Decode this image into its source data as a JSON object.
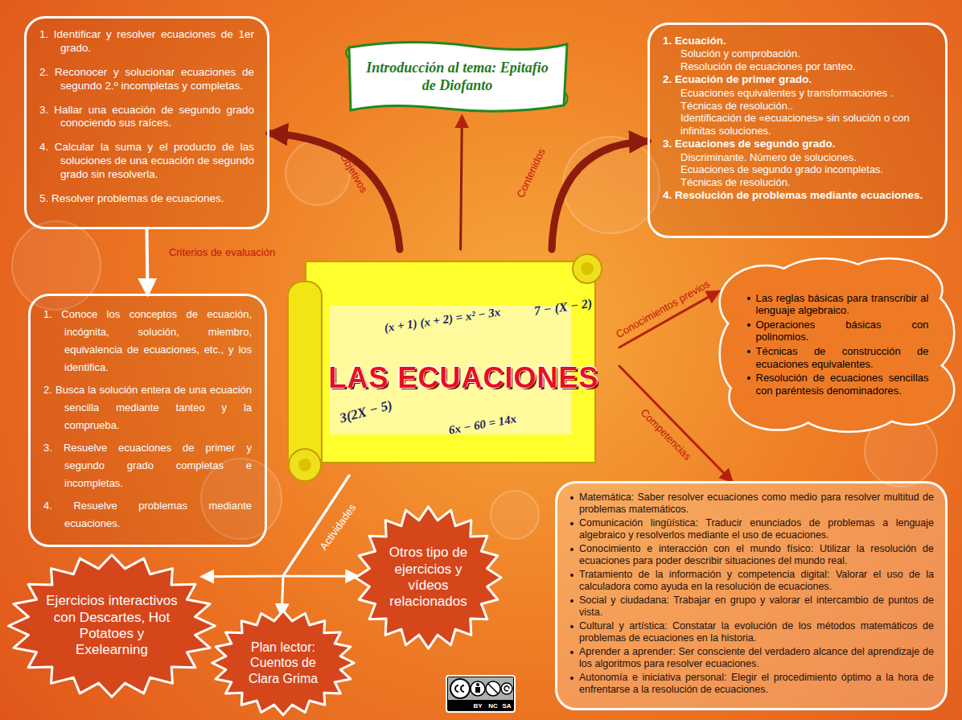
{
  "diagram": {
    "nodes": [
      {
        "text": [
          "1. Identificar y resolver ecuaciones de 1er grado.",
          "2. Reconocer y solucionar ecuaciones de segundo 2.º incompletas y completas.",
          "3. Hallar una ecuación de segundo grado conociendo sus raíces.",
          "4. Calcular la suma y el producto de las soluciones de una ecuación de segundo grado sin resolverla.",
          "5. Resolver problemas de ecuaciones."
        ]
      },
      {
        "text": [
          "Introducción al tema: Epitafio de Diofanto"
        ]
      },
      {
        "text": [
          "1. Ecuación.",
          "Solución y comprobación.",
          "Resolución de ecuaciones por tanteo.",
          "2. Ecuación de primer grado.",
          "Ecuaciones equivalentes y transformaciones .",
          "Técnicas de resolución..",
          "Identificación de «ecuaciones» sin solución o con infinitas soluciones.",
          "3. Ecuaciones de segundo grado.",
          "Discriminante. Número de soluciones.",
          "Ecuaciones de segundo grado incompletas.",
          "Técnicas de resolución.",
          "4. Resolución de problemas mediante ecuaciones."
        ]
      },
      {
        "text": [
          "LAS ECUACIONES"
        ]
      },
      {
        "text": [
          "Las reglas básicas para transcribir al lenguaje algebraico.",
          "Operaciones básicas con polinomios.",
          "Técnicas de construcción de ecuaciones equivalentes.",
          "Resolución de ecuaciones sencillas con paréntesis denominadores."
        ]
      },
      {
        "text": [
          "1. Conoce los conceptos de ecuación, incógnita, solución, miembro, equivalencia de ecuaciones, etc., y los identifica.",
          "2. Busca la solución entera de una ecuación sencilla mediante tanteo y la comprueba.",
          "3. Resuelve ecuaciones de primer y segundo grado completas e incompletas.",
          "4. Resuelve problemas mediante ecuaciones."
        ]
      },
      {
        "text": [
          "Matemática: Saber resolver ecuaciones como medio para resolver multitud de problemas matemáticos.",
          "Comunicación lingüística: Traducir enunciados de problemas a lenguaje algebraico y resolverlos mediante el uso de ecuaciones.",
          "Conocimiento e interacción con el mundo físico: Utilizar la resolución de ecuaciones para poder describir situaciones del mundo real.",
          "Tratamiento de la información y competencia digital: Valorar el uso de la calculadora como ayuda en la resolución de ecuaciones.",
          "Social y ciudadana: Trabajar en grupo y valorar el intercambio de puntos de vista.",
          "Cultural y artística: Constatar la evolución de los métodos matemáticos de problemas de ecuaciones en la historia.",
          "Aprender a aprender: Ser consciente del verdadero alcance del aprendizaje de los algoritmos para resolver ecuaciones.",
          "Autonomía e iniciativa personal: Elegir el procedimiento óptimo a la hora de enfrentarse a la resolución de ecuaciones."
        ]
      },
      {
        "text": [
          "Ejercicios interactivos con Descartes, Hot Potatoes y Exelearning"
        ]
      },
      {
        "text": [
          "Plan lector: Cuentos de Clara Grima"
        ]
      },
      {
        "text": [
          "Otros tipo de ejercicios y vídeos relacionados"
        ]
      }
    ],
    "edges": [
      {
        "from": 3,
        "to": 0,
        "label": "Objetivos",
        "arrow": "to"
      },
      {
        "from": 3,
        "to": 1,
        "arrow": "to"
      },
      {
        "from": 3,
        "to": 2,
        "label": "Contenidos",
        "arrow": "to"
      },
      {
        "from": 3,
        "to": 4,
        "label": "Conocimientos previos",
        "arrow": "to"
      },
      {
        "from": 3,
        "to": 6,
        "label": "Competencias",
        "arrow": "to"
      },
      {
        "from": 0,
        "to": 5,
        "label": "Criterios de evaluación",
        "arrow": "to"
      },
      {
        "from": 3,
        "to": 7,
        "label": "Actividades",
        "arrow": "to"
      },
      {
        "from": 3,
        "to": 9,
        "arrow": "to"
      },
      {
        "from": 3,
        "to": 8,
        "arrow": "to"
      }
    ],
    "labels": [
      "(x + 1) (x + 2) = x² − 3x",
      "7 − (X − 2)",
      "3(2X − 5)",
      "6x − 60 = 14x",
      "BY",
      "NC",
      "SA"
    ]
  }
}
